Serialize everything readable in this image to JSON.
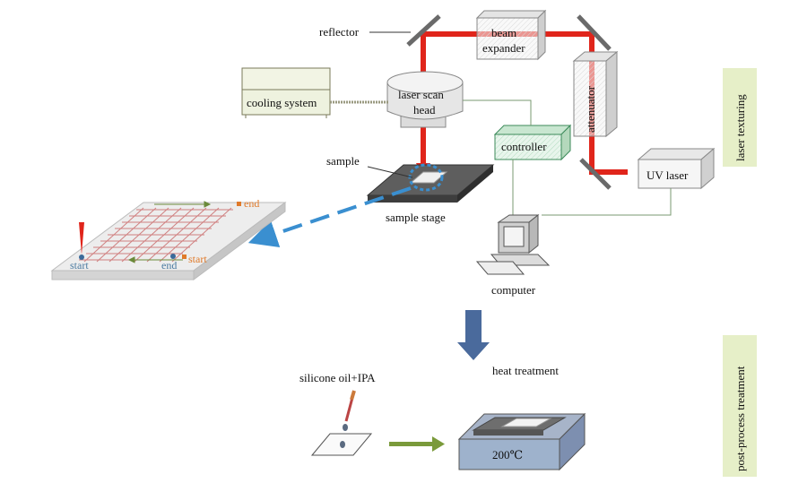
{
  "labels": {
    "reflector": "reflector",
    "beam_expander_line1": "beam",
    "beam_expander_line2": "expander",
    "laser_scan_head_line1": "laser scan",
    "laser_scan_head_line2": "head",
    "cooling_system": "cooling system",
    "attenuator": "attenuator",
    "controller": "controller",
    "uv_laser": "UV laser",
    "sample": "sample",
    "sample_stage": "sample stage",
    "computer": "computer",
    "silicone_oil": "silicone oil+IPA",
    "heat_treatment": "heat treatment",
    "temperature": "200℃"
  },
  "scan_pattern": {
    "start_left": "start",
    "end_mid": "end",
    "start_right": "start",
    "end_top": "end"
  },
  "side_panels": {
    "laser_texturing": "laser texturing",
    "post_process": "post-process treatment"
  },
  "colors": {
    "laser_beam": "#e0251b",
    "side_panel": "#e6efc8",
    "controller_fill": "#d5ecdc",
    "cooling_fill": "#eef2df",
    "blue_arrow": "#3a8fd0",
    "process_arrow": "#4a6a9c",
    "heat_arrow": "#7a9a3a",
    "heater_top": "#a7b4c9",
    "heater_side": "#7d8fb0"
  }
}
